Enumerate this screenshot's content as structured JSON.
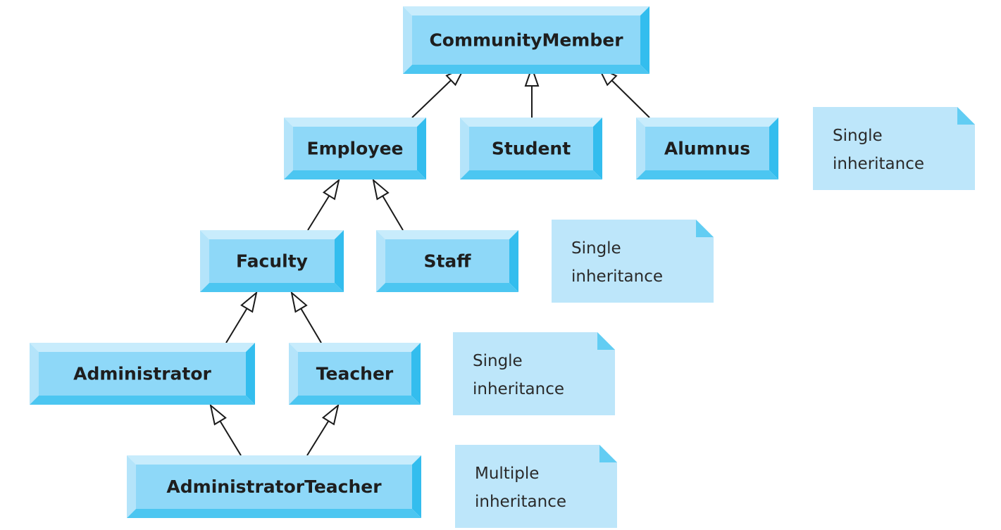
{
  "colors": {
    "face": "#8ed8f8",
    "bevel_top": "#c8ecfc",
    "bevel_left": "#b4e4fa",
    "bevel_right": "#33bdee",
    "bevel_bottom": "#4cc6f1",
    "note_fill": "#bde6fa",
    "note_fold": "#62cdf3",
    "line": "#1a1a1a",
    "arrowhead_fill": "#ffffff"
  },
  "classes": [
    {
      "id": "communitymember",
      "label": "CommunityMember"
    },
    {
      "id": "employee",
      "label": "Employee"
    },
    {
      "id": "student",
      "label": "Student"
    },
    {
      "id": "alumnus",
      "label": "Alumnus"
    },
    {
      "id": "faculty",
      "label": "Faculty"
    },
    {
      "id": "staff",
      "label": "Staff"
    },
    {
      "id": "administrator",
      "label": "Administrator"
    },
    {
      "id": "teacher",
      "label": "Teacher"
    },
    {
      "id": "administratorteacher",
      "label": "AdministratorTeacher"
    }
  ],
  "generalizations": [
    {
      "child": "employee",
      "parent": "communitymember"
    },
    {
      "child": "student",
      "parent": "communitymember"
    },
    {
      "child": "alumnus",
      "parent": "communitymember"
    },
    {
      "child": "faculty",
      "parent": "employee"
    },
    {
      "child": "staff",
      "parent": "employee"
    },
    {
      "child": "administrator",
      "parent": "faculty"
    },
    {
      "child": "teacher",
      "parent": "faculty"
    },
    {
      "child": "administratorteacher",
      "parent": "administrator"
    },
    {
      "child": "administratorteacher",
      "parent": "teacher"
    }
  ],
  "notes": [
    {
      "id": "note-1",
      "lines": [
        "Single",
        "inheritance"
      ]
    },
    {
      "id": "note-2",
      "lines": [
        "Single",
        "inheritance"
      ]
    },
    {
      "id": "note-3",
      "lines": [
        "Single",
        "inheritance"
      ]
    },
    {
      "id": "note-4",
      "lines": [
        "Multiple",
        "inheritance"
      ]
    }
  ]
}
